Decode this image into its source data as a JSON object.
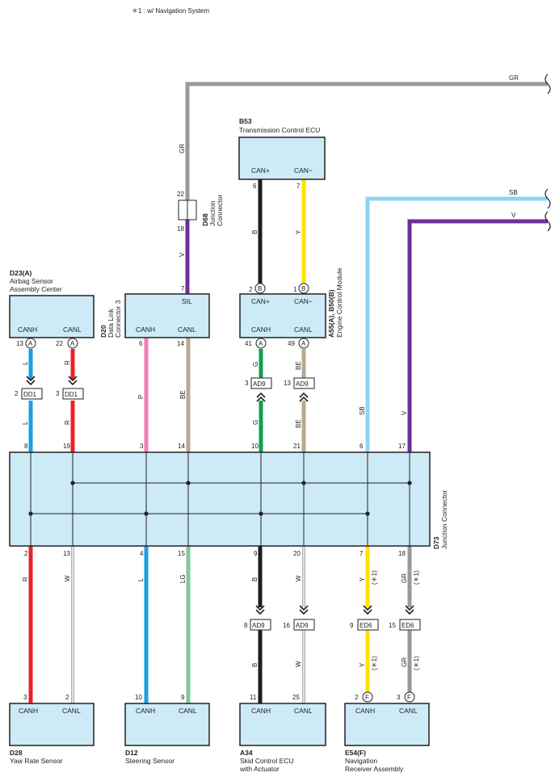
{
  "note": "＊1 : w/ Navigation System",
  "colors": {
    "box_fill": "#cdeaf7",
    "GR": "#999999",
    "V": "#6e2f96",
    "SB": "#8fd3f4",
    "B": "#1e1e1e",
    "Y": "#ffe200",
    "L": "#1aa0e0",
    "R": "#e8222a",
    "P": "#f07cb4",
    "BE": "#b8a894",
    "G": "#0ea050",
    "W": "#e0e0e0",
    "LG": "#7fc99a"
  },
  "components": {
    "b53": {
      "code": "B53",
      "name": "Transmission Control ECU",
      "pin1": "CAN+",
      "pin2": "CAN−",
      "n1": "6",
      "n2": "7"
    },
    "d68": {
      "code": "D68",
      "name1": "Junction",
      "name2": "Connector",
      "top": "22",
      "bottom": "18"
    },
    "d23": {
      "code": "D23(A)",
      "name1": "Airbag Sensor",
      "name2": "Assembly Center",
      "pin1": "CANH",
      "pin2": "CANL",
      "n1": "13",
      "n2": "22",
      "conn": "A"
    },
    "d20": {
      "code": "D20",
      "name1": "Data Link",
      "name2": "Connector 3",
      "sil": "SIL",
      "sil_n": "7",
      "pin1": "CANH",
      "pin2": "CANL",
      "n1": "6",
      "n2": "14"
    },
    "ecm": {
      "code": "A55(A), B50(B)",
      "name": "Engine Control Module",
      "pin1": "CAN+",
      "pin2": "CAN−",
      "n1": "2",
      "n2": "1",
      "connB": "B",
      "pin3": "CANH",
      "pin4": "CANL",
      "n3": "41",
      "n4": "49",
      "connA": "A"
    },
    "d73": {
      "code": "D73",
      "name": "Junction Connector",
      "top_pins": [
        "8",
        "19",
        "3",
        "14",
        "10",
        "21",
        "6",
        "17"
      ],
      "bottom_pins": [
        "2",
        "13",
        "4",
        "15",
        "9",
        "20",
        "7",
        "18"
      ]
    },
    "d28": {
      "code": "D28",
      "name": "Yaw Rate Sensor",
      "pin1": "CANH",
      "pin2": "CANL",
      "n1": "3",
      "n2": "2"
    },
    "d12": {
      "code": "D12",
      "name": "Steering Sensor",
      "pin1": "CANH",
      "pin2": "CANL",
      "n1": "10",
      "n2": "9"
    },
    "a34": {
      "code": "A34",
      "name1": "Skid Control ECU",
      "name2": "with Actuator",
      "pin1": "CANH",
      "pin2": "CANL",
      "n1": "11",
      "n2": "25"
    },
    "e54": {
      "code": "E54(F)",
      "name1": "Navigation",
      "name2": "Receiver Assembly",
      "pin1": "CANH",
      "pin2": "CANL",
      "n1": "2",
      "n2": "3",
      "conn": "F"
    }
  },
  "inline": {
    "dd1_a": {
      "label": "DD1",
      "pin": "2"
    },
    "dd1_b": {
      "label": "DD1",
      "pin": "3"
    },
    "ad9_a": {
      "label": "AD9",
      "pin": "3"
    },
    "ad9_b": {
      "label": "AD9",
      "pin": "13"
    },
    "ad9_c": {
      "label": "AD9",
      "pin": "8"
    },
    "ad9_d": {
      "label": "AD9",
      "pin": "16"
    },
    "ed6_a": {
      "label": "ED6",
      "pin": "9"
    },
    "ed6_b": {
      "label": "ED6",
      "pin": "15"
    }
  },
  "wire_labels": {
    "gr_top": "GR",
    "gr_d68": "GR",
    "v_d68": "V",
    "b_b53": "B",
    "y_b53": "Y",
    "sb_top": "SB",
    "v_top": "V",
    "l_1": "L",
    "r_1": "R",
    "l_2": "L",
    "r_2": "R",
    "p": "P",
    "be_d20": "BE",
    "g_1": "G",
    "be_1": "BE",
    "g_2": "G",
    "be_2": "BE",
    "sb": "SB",
    "v": "V",
    "r_d28": "R",
    "w_d28": "W",
    "l_d12": "L",
    "lg_d12": "LG",
    "b_1": "B",
    "w_1": "W",
    "b_2": "B",
    "w_2": "W",
    "y_1": "Y",
    "gr_1": "GR",
    "y_2": "Y",
    "gr_2": "GR",
    "star1": "(＊1)"
  }
}
